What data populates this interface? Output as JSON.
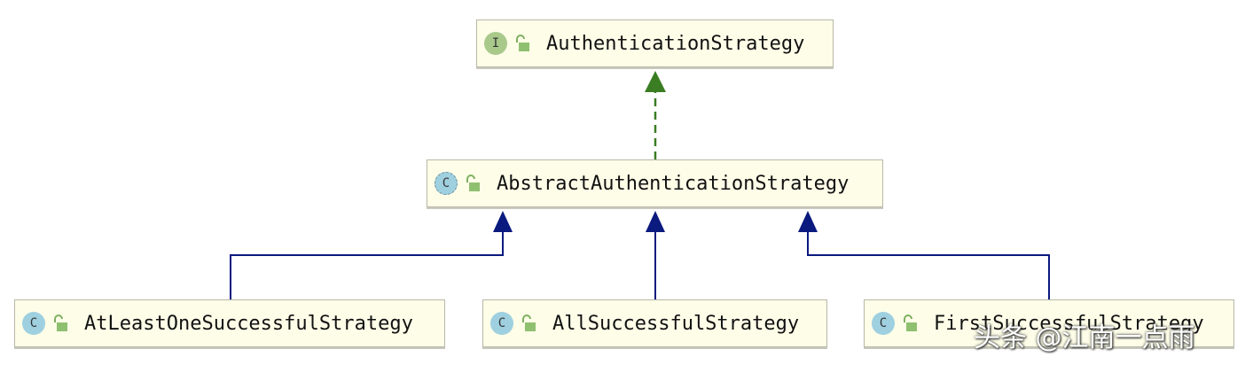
{
  "nodes": {
    "authentication_strategy": {
      "kind_badge": "I",
      "name": "AuthenticationStrategy"
    },
    "abstract_authentication_strategy": {
      "kind_badge": "C",
      "name": "AbstractAuthenticationStrategy"
    },
    "at_least_one_successful_strategy": {
      "kind_badge": "C",
      "name": "AtLeastOneSuccessfulStrategy"
    },
    "all_successful_strategy": {
      "kind_badge": "C",
      "name": "AllSuccessfulStrategy"
    },
    "first_successful_strategy": {
      "kind_badge": "C",
      "name": "FirstSuccessfulStrategy"
    }
  },
  "icons": {
    "visibility": "unlocked-padlock-icon"
  },
  "colors": {
    "implements_edge": "#3a7d22",
    "extends_edge": "#0a1a7f",
    "node_fill": "#fdfde8",
    "interface_badge": "#a9c98a",
    "class_badge": "#9fd0e0"
  },
  "watermark": "头条 @江南一点雨"
}
